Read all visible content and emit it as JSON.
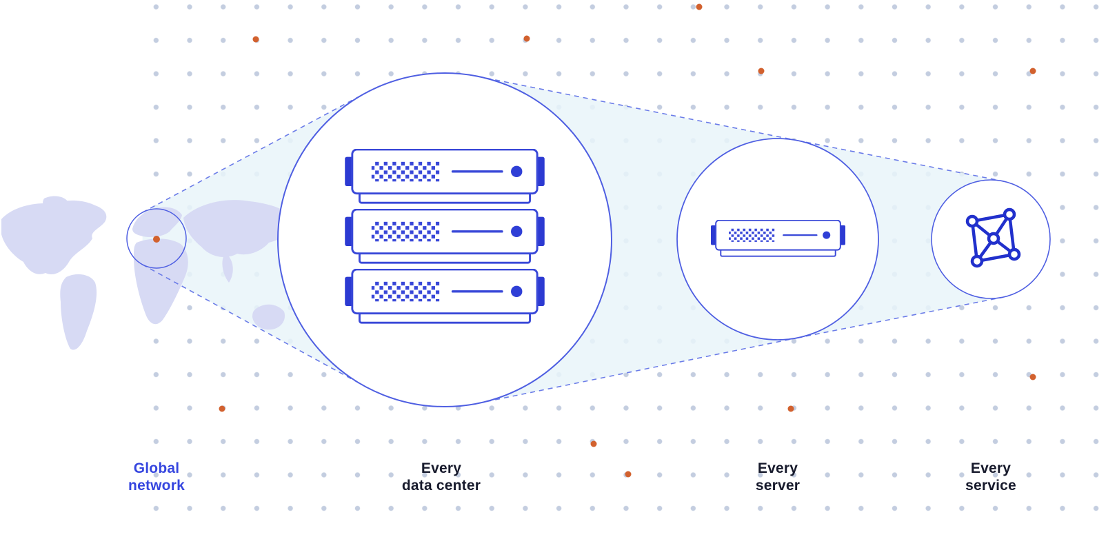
{
  "diagram": {
    "type": "zoom-progression-network-diagram",
    "stages": [
      {
        "id": "global-network",
        "label": "Global\nnetwork",
        "label_color": "#3646df",
        "icon": "world-map-with-highlight-circle"
      },
      {
        "id": "every-data-center",
        "label": "Every\ndata center",
        "label_color": "#171a2c",
        "icon": "server-rack-three-units"
      },
      {
        "id": "every-server",
        "label": "Every\nserver",
        "label_color": "#171a2c",
        "icon": "single-server-unit"
      },
      {
        "id": "every-service",
        "label": "Every\nservice",
        "label_color": "#171a2c",
        "icon": "network-mesh-graph"
      }
    ],
    "colors": {
      "circle_stroke_blue": "#4f5fe2",
      "dash_blue": "#6b7ce8",
      "server_outline_blue": "#3948d8",
      "server_tab_deep_blue": "#2c3ad2",
      "mesh_deep_blue": "#2130cc",
      "label_blue": "#3646df",
      "text_dark": "#171a2c",
      "accent_orange": "#d2612e",
      "grid_dot_gray": "#c2cbdc",
      "map_lavender": "#d7daf4",
      "beam_tint": "#e9f4f9",
      "background": "#ffffff"
    }
  }
}
